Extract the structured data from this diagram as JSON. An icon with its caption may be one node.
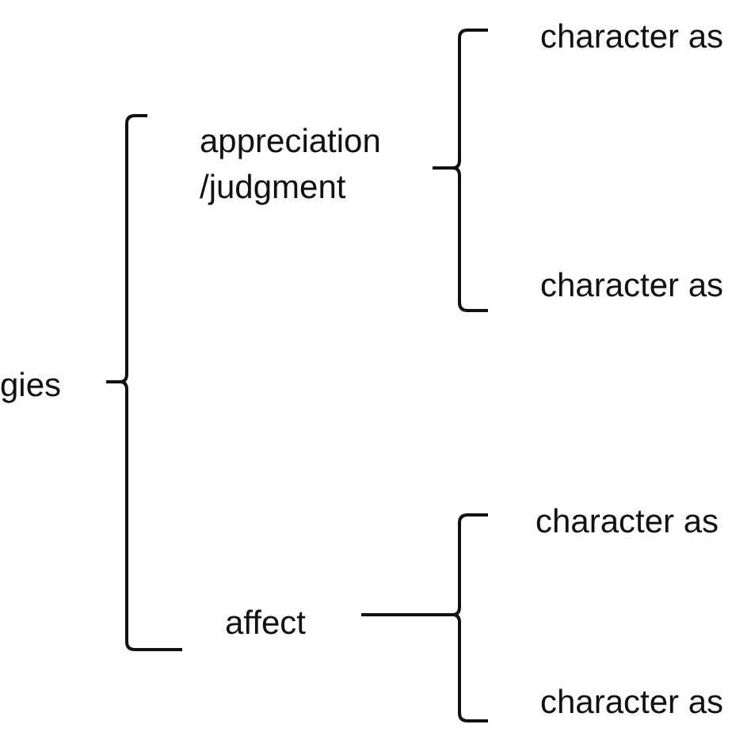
{
  "diagram": {
    "nodes": [
      {
        "text": [
          "gies"
        ]
      },
      {
        "text": [
          "appreciation /judgment"
        ]
      },
      {
        "text": [
          "affect"
        ]
      },
      {
        "text": [
          "character as"
        ]
      },
      {
        "text": [
          "character as"
        ]
      },
      {
        "text": [
          "character as"
        ]
      },
      {
        "text": [
          "character as"
        ]
      }
    ],
    "edges": [
      {
        "from": 0,
        "to": 1,
        "arrow": "none"
      },
      {
        "from": 0,
        "to": 2,
        "arrow": "none"
      },
      {
        "from": 1,
        "to": 3,
        "arrow": "none"
      },
      {
        "from": 1,
        "to": 4,
        "arrow": "none"
      },
      {
        "from": 2,
        "to": 5,
        "arrow": "none"
      },
      {
        "from": 2,
        "to": 6,
        "arrow": "none"
      }
    ]
  }
}
